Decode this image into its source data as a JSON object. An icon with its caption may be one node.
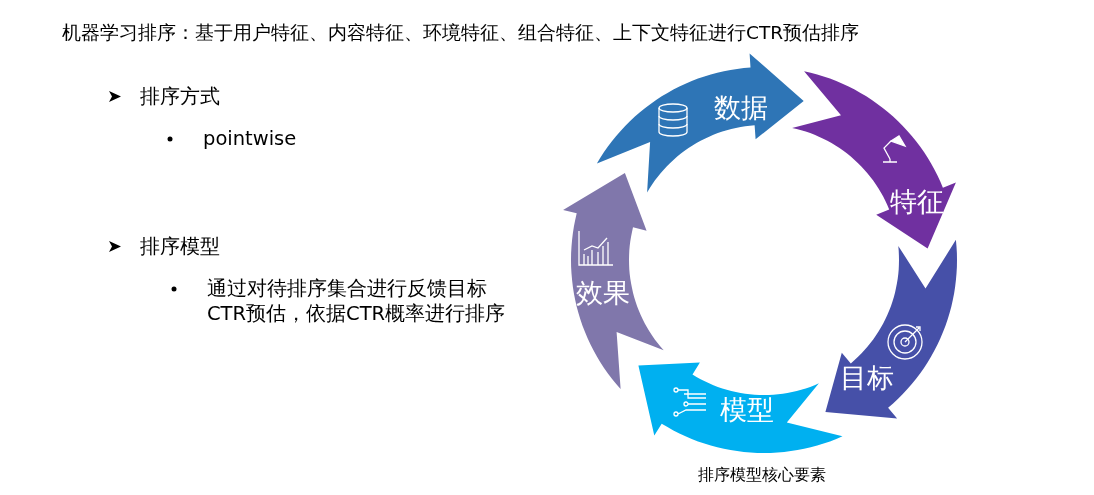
{
  "diagram": {
    "title": "机器学习排序：基于用户特征、内容特征、环境特征、组合特征、上下文特征进行CTR预估排序",
    "caption": "排序模型核心要素",
    "nodes": [
      {
        "text": [
          "数据"
        ]
      },
      {
        "text": [
          "特征"
        ]
      },
      {
        "text": [
          "目标"
        ]
      },
      {
        "text": [
          "模型"
        ]
      },
      {
        "text": [
          "效果"
        ]
      }
    ],
    "labels": [
      "排序方式",
      "pointwise",
      "排序模型",
      "通过对待排序集合进行反馈目标CTR预估，依据CTR概率进行排序"
    ]
  }
}
